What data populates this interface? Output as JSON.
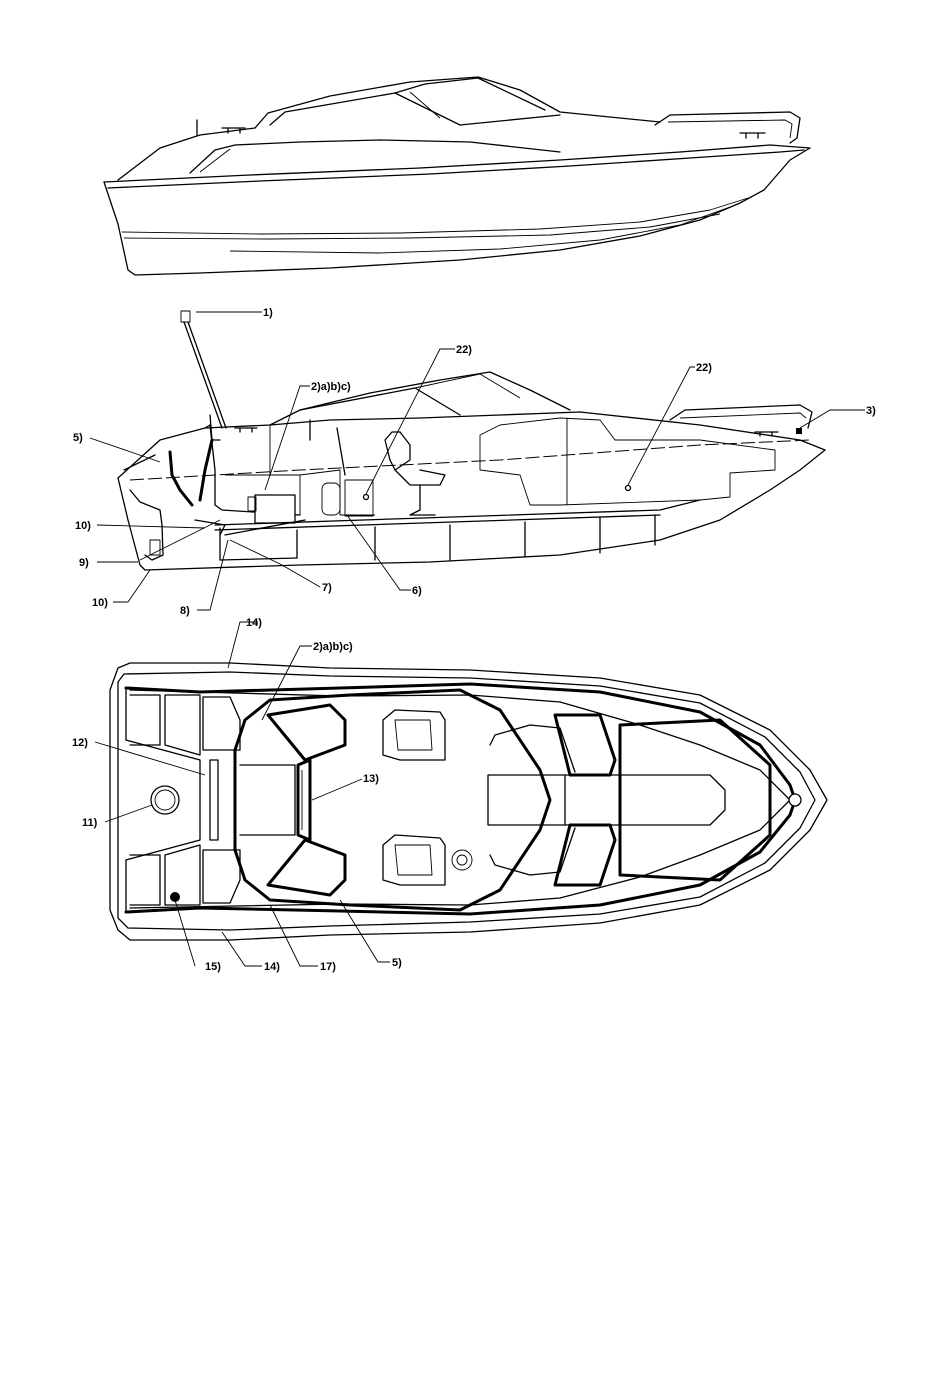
{
  "diagram": {
    "callouts": {
      "profile": [
        {
          "id": "c1",
          "label": "1)"
        },
        {
          "id": "c2",
          "label": "2)a)b)c)"
        },
        {
          "id": "c22a",
          "label": "22)"
        },
        {
          "id": "c22b",
          "label": "22)"
        },
        {
          "id": "c3",
          "label": "3)"
        },
        {
          "id": "c5",
          "label": "5)"
        },
        {
          "id": "c10a",
          "label": "10)"
        },
        {
          "id": "c9",
          "label": "9)"
        },
        {
          "id": "c10b",
          "label": "10)"
        },
        {
          "id": "c8",
          "label": "8)"
        },
        {
          "id": "c7",
          "label": "7)"
        },
        {
          "id": "c6",
          "label": "6)"
        }
      ],
      "plan": [
        {
          "id": "p14a",
          "label": "14)"
        },
        {
          "id": "p2",
          "label": "2)a)b)c)"
        },
        {
          "id": "p12",
          "label": "12)"
        },
        {
          "id": "p13",
          "label": "13)"
        },
        {
          "id": "p11",
          "label": "11)"
        },
        {
          "id": "p15",
          "label": "15)"
        },
        {
          "id": "p14b",
          "label": "14)"
        },
        {
          "id": "p17",
          "label": "17)"
        },
        {
          "id": "p5",
          "label": "5)"
        }
      ]
    }
  }
}
